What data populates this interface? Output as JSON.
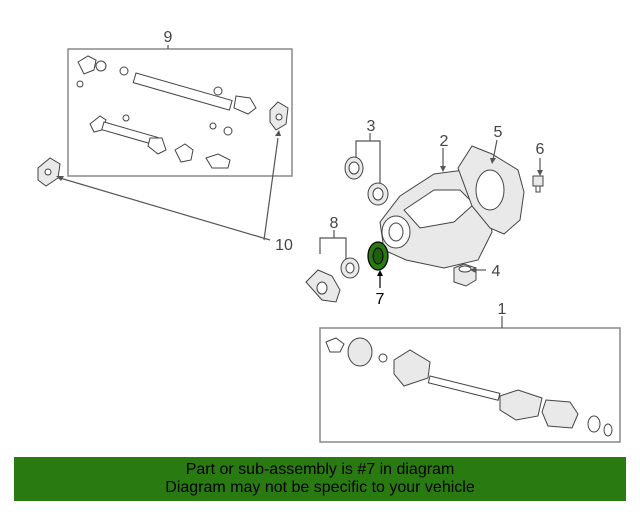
{
  "callouts": {
    "c1": "1",
    "c2": "2",
    "c3": "3",
    "c4": "4",
    "c5": "5",
    "c6": "6",
    "c7": "7",
    "c8": "8",
    "c9": "9",
    "c10": "10"
  },
  "highlight_color": "#2a7a12",
  "banner": {
    "line1": "Part or sub-assembly is #7 in diagram",
    "line2": "Diagram may not be specific to your vehicle"
  }
}
